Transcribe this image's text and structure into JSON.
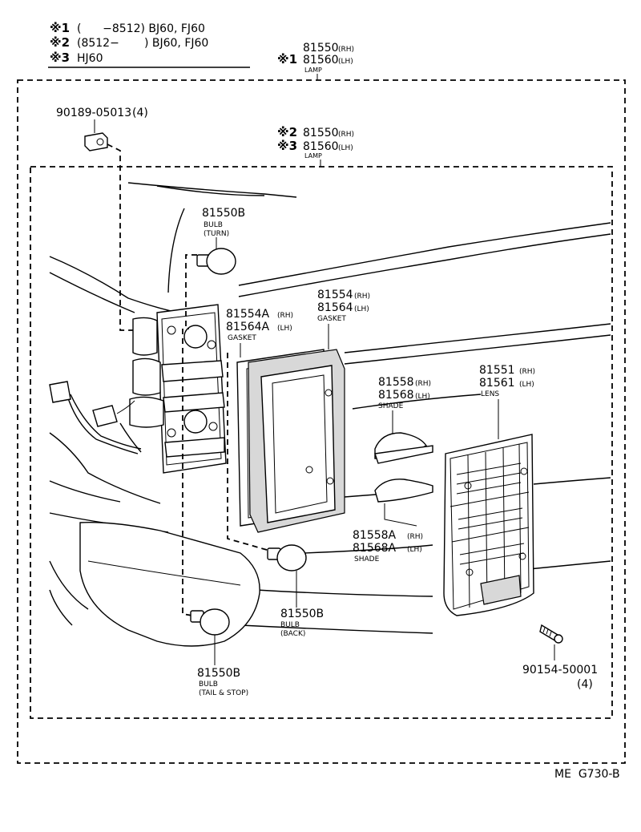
{
  "legend": {
    "items": [
      {
        "mark": "※1",
        "text": "(      −8512) BJ60, FJ60"
      },
      {
        "mark": "※2",
        "text": "(8512−       ) BJ60, FJ60"
      },
      {
        "mark": "※3",
        "text": "HJ60"
      }
    ]
  },
  "parts": {
    "outer_lamp": {
      "note": "※1",
      "num_rh": "81550",
      "num_lh": "81560",
      "rh": "(RH)",
      "lh": "(LH)",
      "name": "LAMP"
    },
    "inner_lamp": {
      "note_rh": "※2",
      "note_lh": "※3",
      "num_rh": "81550",
      "num_lh": "81560",
      "rh": "(RH)",
      "lh": "(LH)",
      "name": "LAMP"
    },
    "clip": {
      "num": "90189-05013",
      "qty": "(4)"
    },
    "bulb_turn": {
      "num": "81550B",
      "name": "BULB",
      "sub": "(TURN)"
    },
    "gasket_a": {
      "num_rh": "81554A",
      "num_lh": "81564A",
      "rh": "(RH)",
      "lh": "(LH)",
      "name": "GASKET"
    },
    "gasket": {
      "num_rh": "81554",
      "num_lh": "81564",
      "rh": "(RH)",
      "lh": "(LH)",
      "name": "GASKET"
    },
    "shade": {
      "num_rh": "81558",
      "num_lh": "81568",
      "rh": "(RH)",
      "lh": "(LH)",
      "name": "SHADE"
    },
    "lens": {
      "num_rh": "81551",
      "num_lh": "81561",
      "rh": "(RH)",
      "lh": "(LH)",
      "name": "LENS"
    },
    "shade_a": {
      "num_rh": "81558A",
      "num_lh": "81568A",
      "rh": "(RH)",
      "lh": "(LH)",
      "name": "SHADE"
    },
    "bulb_back": {
      "num": "81550B",
      "name": "BULB",
      "sub": "(BACK)"
    },
    "bulb_tail": {
      "num": "81550B",
      "name": "BULB",
      "sub": "(TAIL & STOP)"
    },
    "screw": {
      "num": "90154-50001",
      "qty": "(4)"
    }
  },
  "footer": {
    "code": "ME  G730-B"
  }
}
